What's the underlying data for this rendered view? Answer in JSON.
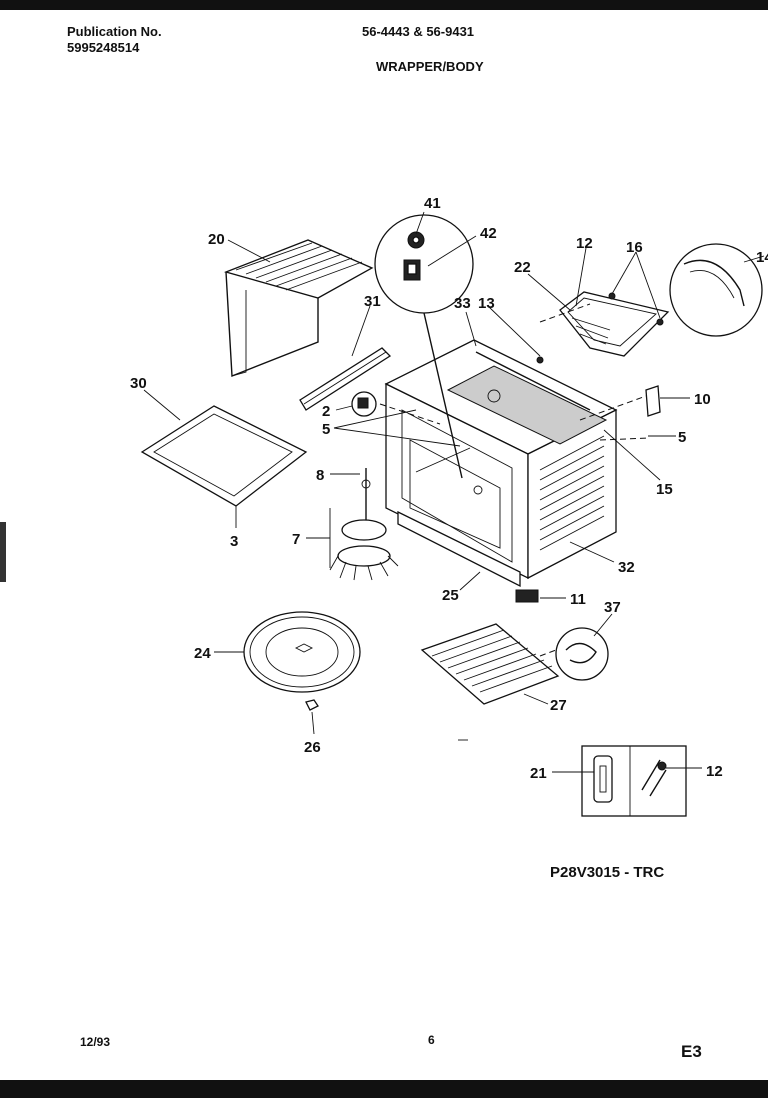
{
  "header": {
    "publication_label": "Publication No.",
    "publication_number": "5995248514",
    "model_numbers": "56-4443 & 56-9431",
    "section_title": "WRAPPER/BODY"
  },
  "diagram": {
    "code": "P28V3015 - TRC",
    "part_labels": [
      "41",
      "42",
      "20",
      "31",
      "33",
      "13",
      "12",
      "16",
      "14",
      "22",
      "30",
      "2",
      "5",
      "10",
      "5",
      "15",
      "8",
      "7",
      "3",
      "32",
      "25",
      "11",
      "37",
      "24",
      "27",
      "26",
      "21",
      "12"
    ]
  },
  "footer": {
    "date": "12/93",
    "page_number": "6",
    "code": "E3"
  }
}
